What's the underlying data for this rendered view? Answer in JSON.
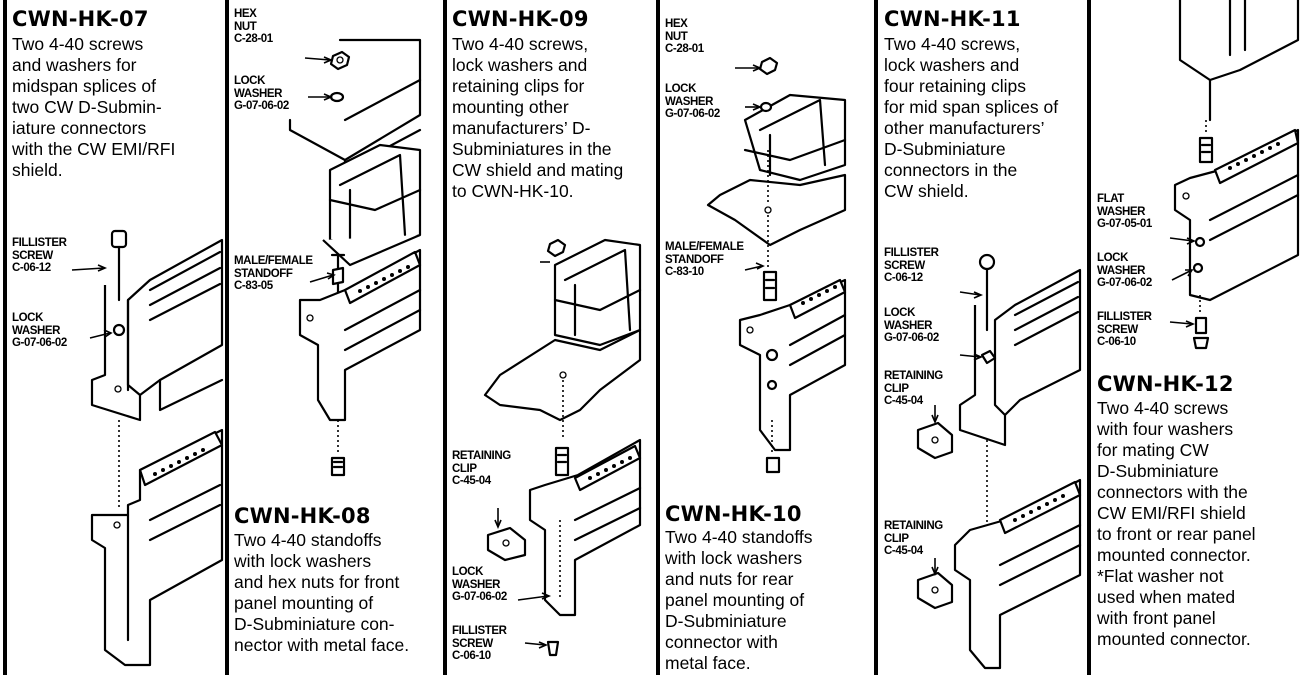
{
  "columns": [
    {
      "id": "hk07",
      "title": "CWN-HK-07",
      "description": "Two 4-40 screws\nand washers for\nmidspan splices of\ntwo CW D-Submin-\niature connectors\nwith the CW EMI/RFI\nshield.",
      "labels": [
        {
          "text": "FILLISTER\nSCREW\nC-06-12"
        },
        {
          "text": "LOCK\nWASHER\nG-07-06-02"
        }
      ]
    },
    {
      "id": "hk08",
      "title": "CWN-HK-08",
      "description": "Two 4-40 standoffs\nwith lock washers\nand hex nuts for front\npanel mounting of\nD-Subminiature con-\nnector with metal face.",
      "labels": [
        {
          "text": "HEX\nNUT\nC-28-01"
        },
        {
          "text": "LOCK\nWASHER\nG-07-06-02"
        },
        {
          "text": "MALE/FEMALE\nSTANDOFF\nC-83-05"
        }
      ]
    },
    {
      "id": "hk09",
      "title": "CWN-HK-09",
      "description": "Two 4-40 screws,\nlock washers and\nretaining clips for\nmounting other\nmanufacturers’ D-\nSubminiatures in the\nCW shield and mating\nto CWN-HK-10.",
      "labels": [
        {
          "text": "RETAINING\nCLIP\nC-45-04"
        },
        {
          "text": "LOCK\nWASHER\nG-07-06-02"
        },
        {
          "text": "FILLISTER\nSCREW\nC-06-10"
        }
      ]
    },
    {
      "id": "hk10",
      "title": "CWN-HK-10",
      "description": "Two 4-40 standoffs\nwith lock washers\nand nuts for rear\npanel mounting of\nD-Subminiature\nconnector with\nmetal face.",
      "labels": [
        {
          "text": "HEX\nNUT\nC-28-01"
        },
        {
          "text": "LOCK\nWASHER\nG-07-06-02"
        },
        {
          "text": "MALE/FEMALE\nSTANDOFF\nC-83-10"
        }
      ]
    },
    {
      "id": "hk11",
      "title": "CWN-HK-11",
      "description": "Two 4-40 screws,\nlock washers and\nfour retaining clips\nfor mid span splices of\nother manufacturers’\nD-Subminiature\nconnectors in the\nCW shield.",
      "labels": [
        {
          "text": "FILLISTER\nSCREW\nC-06-12"
        },
        {
          "text": "LOCK\nWASHER\nG-07-06-02"
        },
        {
          "text": "RETAINING\nCLIP\nC-45-04"
        },
        {
          "text": "RETAINING\nCLIP\nC-45-04"
        }
      ]
    },
    {
      "id": "hk12",
      "title": "CWN-HK-12",
      "description": "Two 4-40 screws\nwith four washers\nfor mating CW\nD-Subminiature\nconnectors with the\nCW EMI/RFI shield\nto front or rear panel\nmounted connector.\n*Flat washer not\nused when mated\nwith front panel\nmounted connector.",
      "labels": [
        {
          "text": "FLAT\nWASHER\nG-07-05-01"
        },
        {
          "text": "LOCK\nWASHER\nG-07-06-02"
        },
        {
          "text": "FILLISTER\nSCREW\nC-06-10"
        }
      ]
    }
  ]
}
